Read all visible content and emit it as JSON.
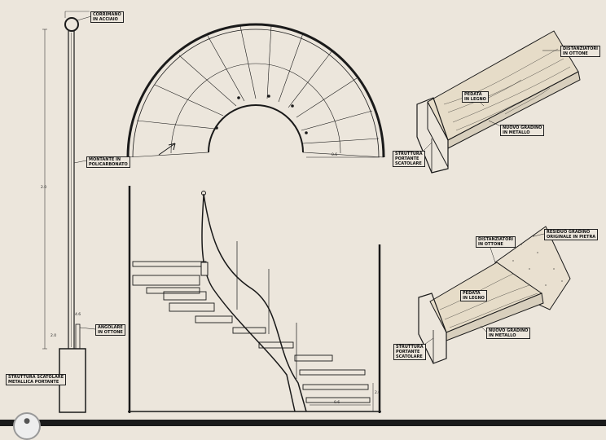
{
  "labels": {
    "handrail": "CORRIMANO\nIN ACCIAIO",
    "post": "MONTANTE IN\nPOLICARBONATO",
    "angle_brass": "ANGOLARE\nIN OTTONE",
    "box_structure_left": "STRUTTURA SCATOLARE\nMETALLICA PORTANTE",
    "spacers_top": "DISTANZIATORI\nIN OTTONE",
    "tread_wood_top": "PEDATA\nIN LEGNO",
    "new_step_top": "NUOVO GRADINO\nIN METALLO",
    "box_structure_top": "STRUTTURA\nPORTANTE\nSCATOLARE",
    "original_step": "RESIDUO GRADINO\nORIGINALE IN PIETRA",
    "spacers_bottom": "DISTANZIATORI\nIN OTTONE",
    "tread_wood_bottom": "PEDATA\nIN LEGNO",
    "new_step_bottom": "NUOVO GRADINO\nIN METALLO",
    "box_structure_bottom": "STRUTTURA\nPORTANTE\nSCATOLARE"
  },
  "dimensions": {
    "post_height": "2.0",
    "small_1": "4.6",
    "small_2": "2.0",
    "plan_radius": "0.6",
    "elev_right": "2.0",
    "elev_step": "0.6"
  },
  "colors": {
    "paper": "#ece6dc",
    "ink": "#1a1a1a",
    "wood": "#e6dcc8"
  }
}
